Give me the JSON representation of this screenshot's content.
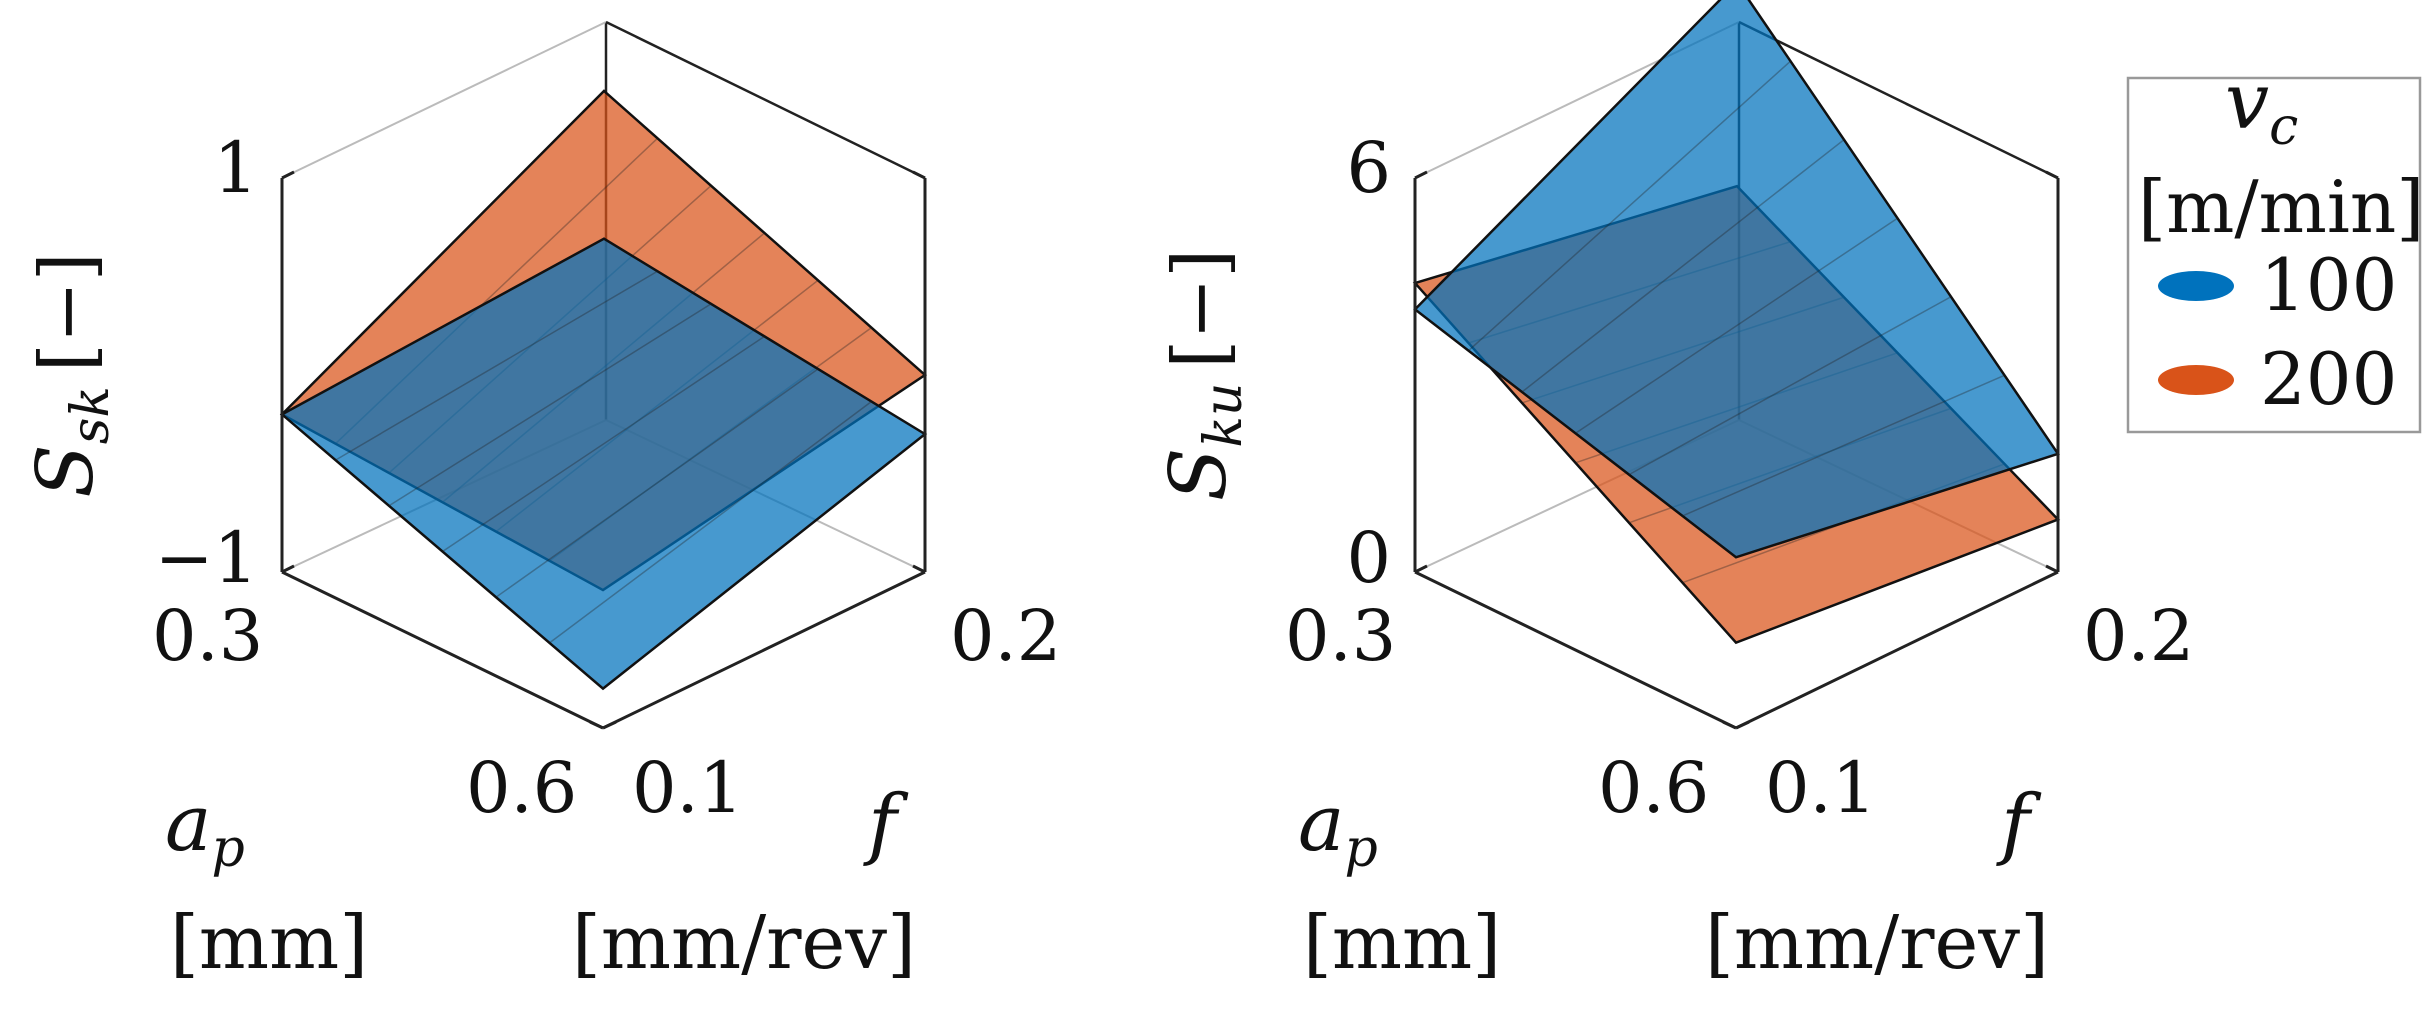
{
  "chart_data": [
    {
      "type": "surface",
      "zlabel": "S_sk [−]",
      "z_symbol": "S",
      "z_subscript": "sk",
      "z_unit": "[−]",
      "zlim": [
        -1,
        1
      ],
      "z_ticks": [
        "1",
        "−1"
      ],
      "x_name": "a_p",
      "x_symbol": "a",
      "x_subscript": "p",
      "x_unit": "[mm]",
      "x_ticks": [
        "0.3",
        "0.6"
      ],
      "xlim": [
        0.3,
        0.6
      ],
      "y_name": "f",
      "y_symbol": "f",
      "y_unit": "[mm/rev]",
      "y_ticks": [
        "0.1",
        "0.2"
      ],
      "ylim": [
        0.1,
        0.2
      ],
      "corner_order": [
        "ap=0.3,f=0.1",
        "ap=0.3,f=0.2",
        "ap=0.6,f=0.1",
        "ap=0.6,f=0.2"
      ],
      "series": [
        {
          "name": "100",
          "z": [
            -0.2,
            -0.1,
            -0.8,
            -0.3
          ]
        },
        {
          "name": "200",
          "z": [
            -0.2,
            0.65,
            -0.3,
            0.0
          ]
        }
      ]
    },
    {
      "type": "surface",
      "zlabel": "S_ku [−]",
      "z_symbol": "S",
      "z_subscript": "ku",
      "z_unit": "[−]",
      "zlim": [
        0,
        6
      ],
      "z_ticks": [
        "6",
        "0"
      ],
      "x_name": "a_p",
      "x_symbol": "a",
      "x_subscript": "p",
      "x_unit": "[mm]",
      "x_ticks": [
        "0.3",
        "0.6"
      ],
      "xlim": [
        0.3,
        0.6
      ],
      "y_name": "f",
      "y_symbol": "f",
      "y_unit": "[mm/rev]",
      "y_ticks": [
        "0.1",
        "0.2"
      ],
      "ylim": [
        0.1,
        0.2
      ],
      "corner_order": [
        "ap=0.3,f=0.1",
        "ap=0.3,f=0.2",
        "ap=0.6,f=0.1",
        "ap=0.6,f=0.2"
      ],
      "series": [
        {
          "name": "100",
          "z": [
            4.0,
            6.6,
            2.6,
            1.8
          ]
        },
        {
          "name": "200",
          "z": [
            4.4,
            3.5,
            1.3,
            0.8
          ]
        }
      ]
    }
  ],
  "legend": {
    "title_symbol": "v",
    "title_subscript": "c",
    "title_unit": "[m/min]",
    "entries": [
      {
        "label": "100",
        "color": "#0072BD"
      },
      {
        "label": "200",
        "color": "#D95319"
      }
    ],
    "placement": "right"
  },
  "colors": {
    "series_100": "#0072BD",
    "series_200": "#D95319"
  }
}
